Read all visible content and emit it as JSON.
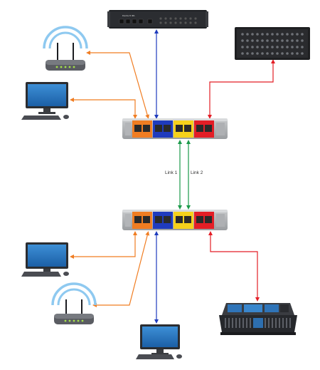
{
  "diagram": {
    "link_labels": [
      "Link 1",
      "Link 2"
    ],
    "vlan_colors": {
      "orange": "#f07d22",
      "blue": "#1f3bbd",
      "yellow": "#f6d11b",
      "red": "#e31e26",
      "green": "#1c9a4a"
    },
    "top_device_text": "Dante 8 IPA"
  }
}
